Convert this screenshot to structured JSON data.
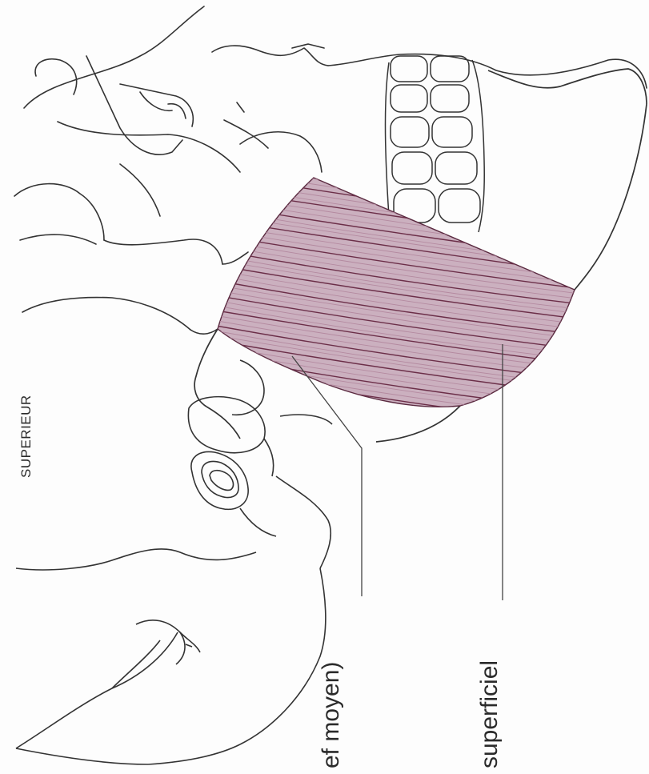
{
  "diagram": {
    "orientation_label": "SUPERIEUR",
    "callouts": [
      {
        "id": "moyen",
        "text": "ef moyen)"
      },
      {
        "id": "superficiel",
        "text": "superficiel"
      }
    ],
    "colors": {
      "muscle": "#6b2e48",
      "muscle_light": "#b48aa0",
      "ink": "#333333",
      "paper": "#fdfdfd"
    }
  }
}
